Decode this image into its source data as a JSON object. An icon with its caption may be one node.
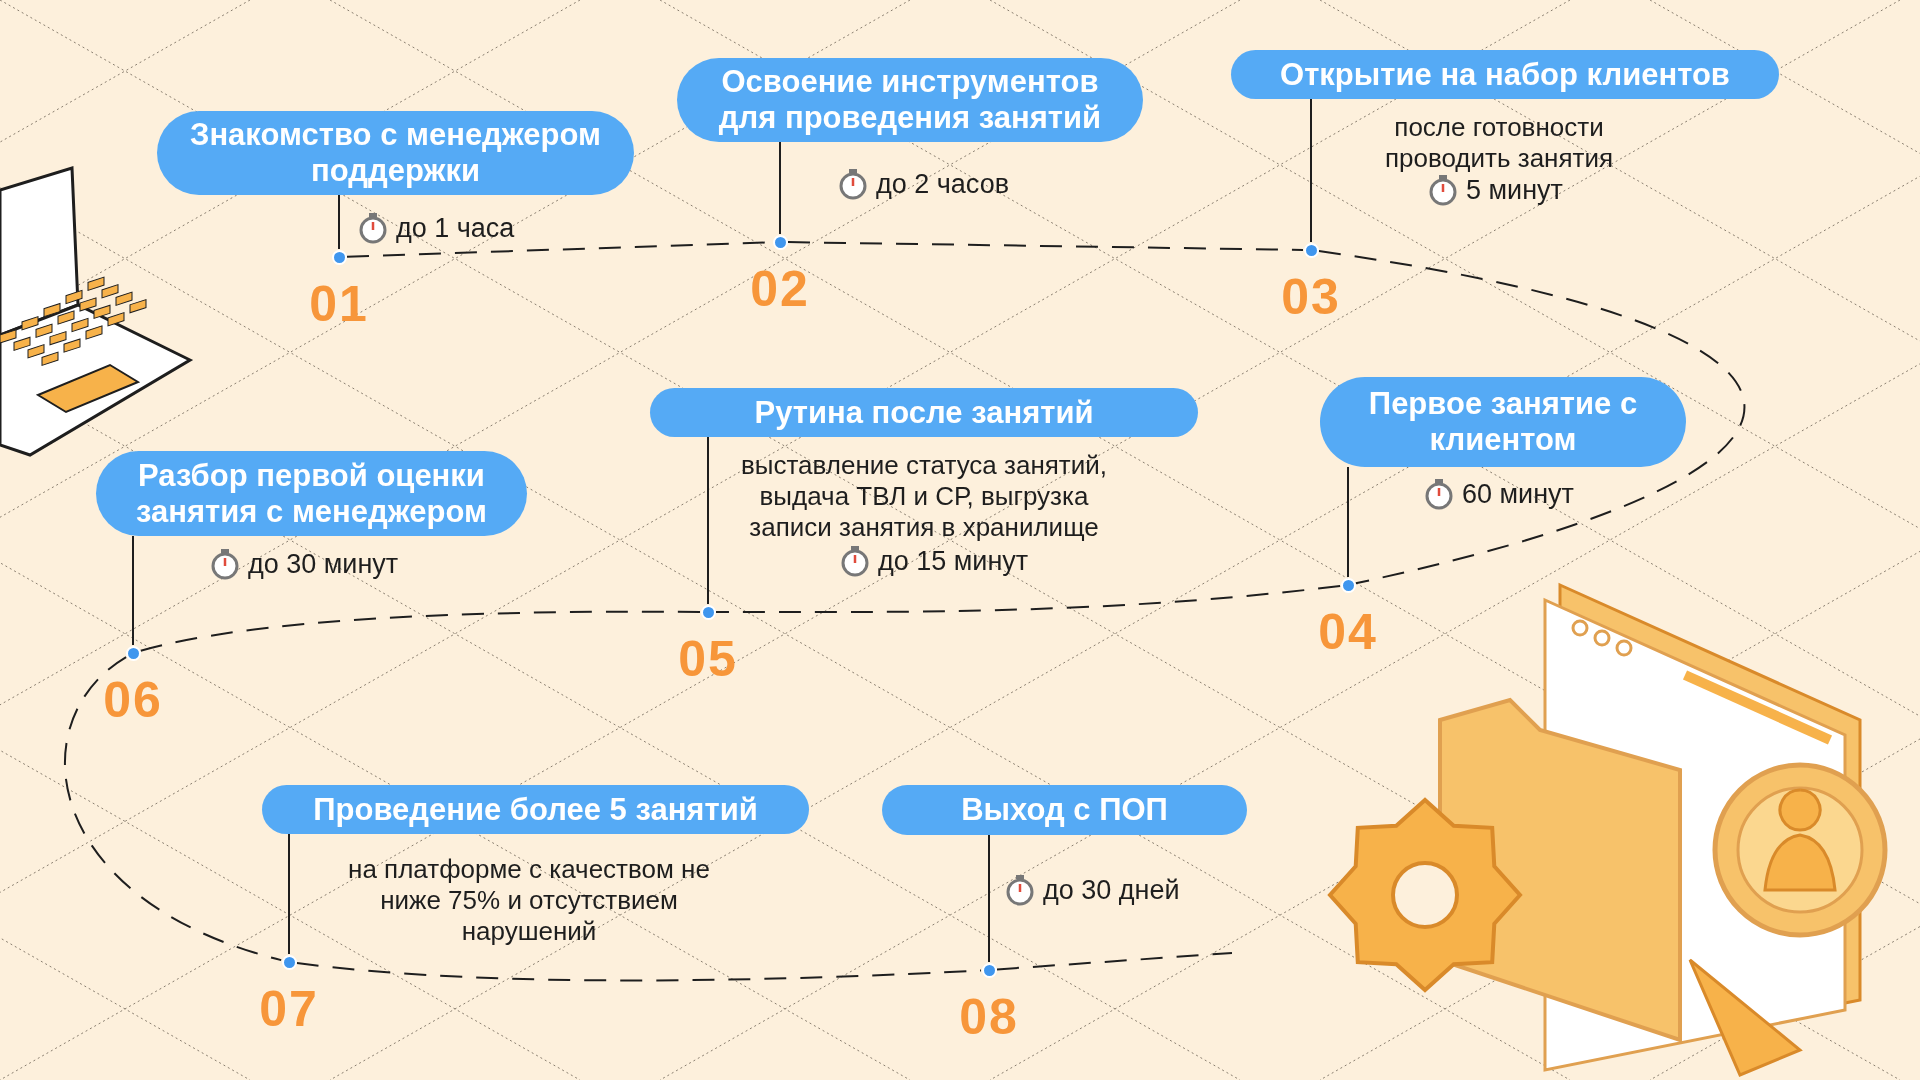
{
  "diagram": {
    "nodes": [
      {
        "text": [
          "Знакомство с менеджером поддержки"
        ],
        "beside": [
          "до 1 часа"
        ]
      },
      {
        "text": [],
        "shape": "circle",
        "beside": [
          "01"
        ]
      },
      {
        "text": [
          "Освоение  инструментов для проведения занятий"
        ],
        "beside": [
          "до 2 часов"
        ]
      },
      {
        "text": [],
        "shape": "circle",
        "beside": [
          "02"
        ]
      },
      {
        "text": [
          "Открытие на набор клиентов"
        ],
        "beside": [
          "после готовности проводить занятия",
          "5 минут"
        ]
      },
      {
        "text": [],
        "shape": "circle",
        "beside": [
          "03"
        ]
      },
      {
        "text": [
          "Первое занятие с клиентом"
        ],
        "beside": [
          "60 минут"
        ]
      },
      {
        "text": [],
        "shape": "circle",
        "beside": [
          "04"
        ]
      },
      {
        "text": [
          "Рутина после занятий"
        ],
        "beside": [
          "выставление статуса занятий, выдача ТВЛ и СР, выгрузка записи занятия в хранилище",
          "до 15 минут"
        ]
      },
      {
        "text": [],
        "shape": "circle",
        "beside": [
          "05"
        ]
      },
      {
        "text": [
          "Разбор первой оценки занятия с менеджером"
        ],
        "beside": [
          "до 30 минут"
        ]
      },
      {
        "text": [],
        "shape": "circle",
        "beside": [
          "06"
        ]
      },
      {
        "text": [
          "Проведение более 5 занятий"
        ],
        "beside": [
          "на платформе с качеством не ниже 75% и отсутствием нарушений"
        ]
      },
      {
        "text": [],
        "shape": "circle",
        "beside": [
          "07"
        ]
      },
      {
        "text": [
          "Выход с ПОП"
        ],
        "beside": [
          "до 30 дней"
        ]
      },
      {
        "text": [],
        "shape": "circle",
        "beside": [
          "08"
        ]
      }
    ],
    "edges": [
      {
        "from": 0,
        "to": 1,
        "arrow": "none"
      },
      {
        "from": 2,
        "to": 3,
        "arrow": "none"
      },
      {
        "from": 4,
        "to": 5,
        "arrow": "none"
      },
      {
        "from": 6,
        "to": 7,
        "arrow": "none"
      },
      {
        "from": 8,
        "to": 9,
        "arrow": "none"
      },
      {
        "from": 10,
        "to": 11,
        "arrow": "none"
      },
      {
        "from": 12,
        "to": 13,
        "arrow": "none"
      },
      {
        "from": 14,
        "to": 15,
        "arrow": "none"
      },
      {
        "from": 1,
        "to": 3,
        "arrow": "none",
        "style": "dashed"
      },
      {
        "from": 3,
        "to": 5,
        "arrow": "none",
        "style": "dashed"
      },
      {
        "from": 5,
        "to": 7,
        "arrow": "none",
        "style": "dashed"
      },
      {
        "from": 7,
        "to": 9,
        "arrow": "none",
        "style": "dashed"
      },
      {
        "from": 9,
        "to": 11,
        "arrow": "none",
        "style": "dashed"
      },
      {
        "from": 11,
        "to": 13,
        "arrow": "none",
        "style": "dashed"
      },
      {
        "from": 13,
        "to": 15,
        "arrow": "none",
        "style": "dashed"
      },
      {
        "from": 15,
        "to": null,
        "arrow": "none",
        "style": "dashed"
      }
    ]
  }
}
